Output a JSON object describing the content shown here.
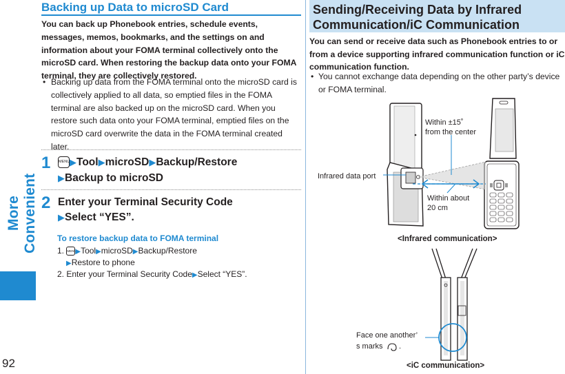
{
  "side_tab": {
    "label": "More Convenient",
    "color": "#1f8ad0"
  },
  "page_number": "92",
  "left": {
    "title": "Backing up Data to microSD Card",
    "intro": "You can back up Phonebook entries, schedule events, messages, memos, bookmarks, and the settings on and information about your FOMA terminal collectively onto the microSD card. When restoring the backup data onto your FOMA terminal, they are collectively restored.",
    "bullet": "Backing up data from the FOMA terminal onto the microSD card is collectively applied to all data, so emptied files in the FOMA terminal are also backed up on the microSD card. When you restore such data onto your FOMA terminal, emptied files on the microSD card overwrite the data in the FOMA terminal created later.",
    "step1": {
      "number": "1",
      "key": "MENU",
      "parts": [
        "Tool",
        "microSD",
        "Backup/Restore",
        "Backup to microSD"
      ]
    },
    "step2": {
      "number": "2",
      "line1": "Enter your Terminal Security Code",
      "line2": "Select “YES”."
    },
    "restore": {
      "heading": "To restore backup data to FOMA terminal",
      "item1_prefix": "1.",
      "item1_key": "MENU",
      "item1_parts": [
        "Tool",
        "microSD",
        "Backup/Restore",
        "Restore to phone"
      ],
      "item2_prefix": "2.",
      "item2_text": "Enter your Terminal Security Code",
      "item2_tail": "Select “YES”."
    }
  },
  "right": {
    "title_line1": "Sending/Receiving Data by Infrared",
    "title_line2": "Communication/iC Communication",
    "intro": "You can send or receive data such as Phonebook entries to or from a device supporting infrared communication function or iC communication function.",
    "bullet": "You cannot exchange data depending on the other party’s device or FOMA terminal.",
    "figure": {
      "angle_line1": "Within ±15˚",
      "angle_line2": "from the center",
      "port_label": "Infrared data port",
      "distance_line1": "Within about",
      "distance_line2": "20 cm",
      "infrared_caption": "<Infrared communication>",
      "face_line1": "Face one another’",
      "face_line2": "s marks",
      "face_tail": ".",
      "ic_caption": "<iC communication>"
    }
  },
  "colors": {
    "accent": "#1f8ad0",
    "header_bg": "#c9e1f3",
    "text": "#231f20"
  }
}
